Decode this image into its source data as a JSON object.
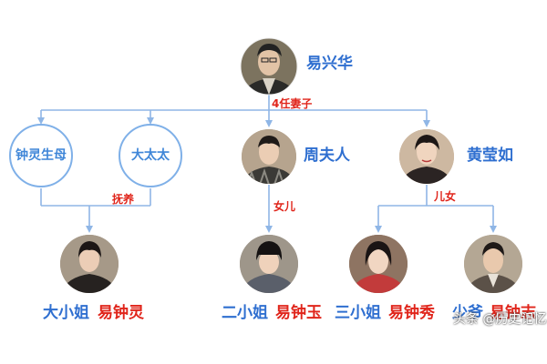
{
  "people": {
    "father": {
      "name": "易兴华"
    },
    "zhongling_mother": {
      "name": "钟灵生母"
    },
    "first_wife": {
      "name": "大太太"
    },
    "zhou_wife": {
      "name": "周夫人"
    },
    "huang": {
      "name": "黄莹如"
    },
    "eldest_daughter": {
      "title": "大小姐",
      "name": "易钟灵"
    },
    "second_daughter": {
      "title": "二小姐",
      "name": "易钟玉"
    },
    "third_daughter": {
      "title": "三小姐",
      "name": "易钟秀"
    },
    "young_master": {
      "title": "少爷",
      "name": "易钟志"
    }
  },
  "relations": {
    "four_wives": "4任妻子",
    "raised": "抚养",
    "daughter": "女儿",
    "children": "儿女"
  },
  "watermark": "头条 @历史记忆"
}
